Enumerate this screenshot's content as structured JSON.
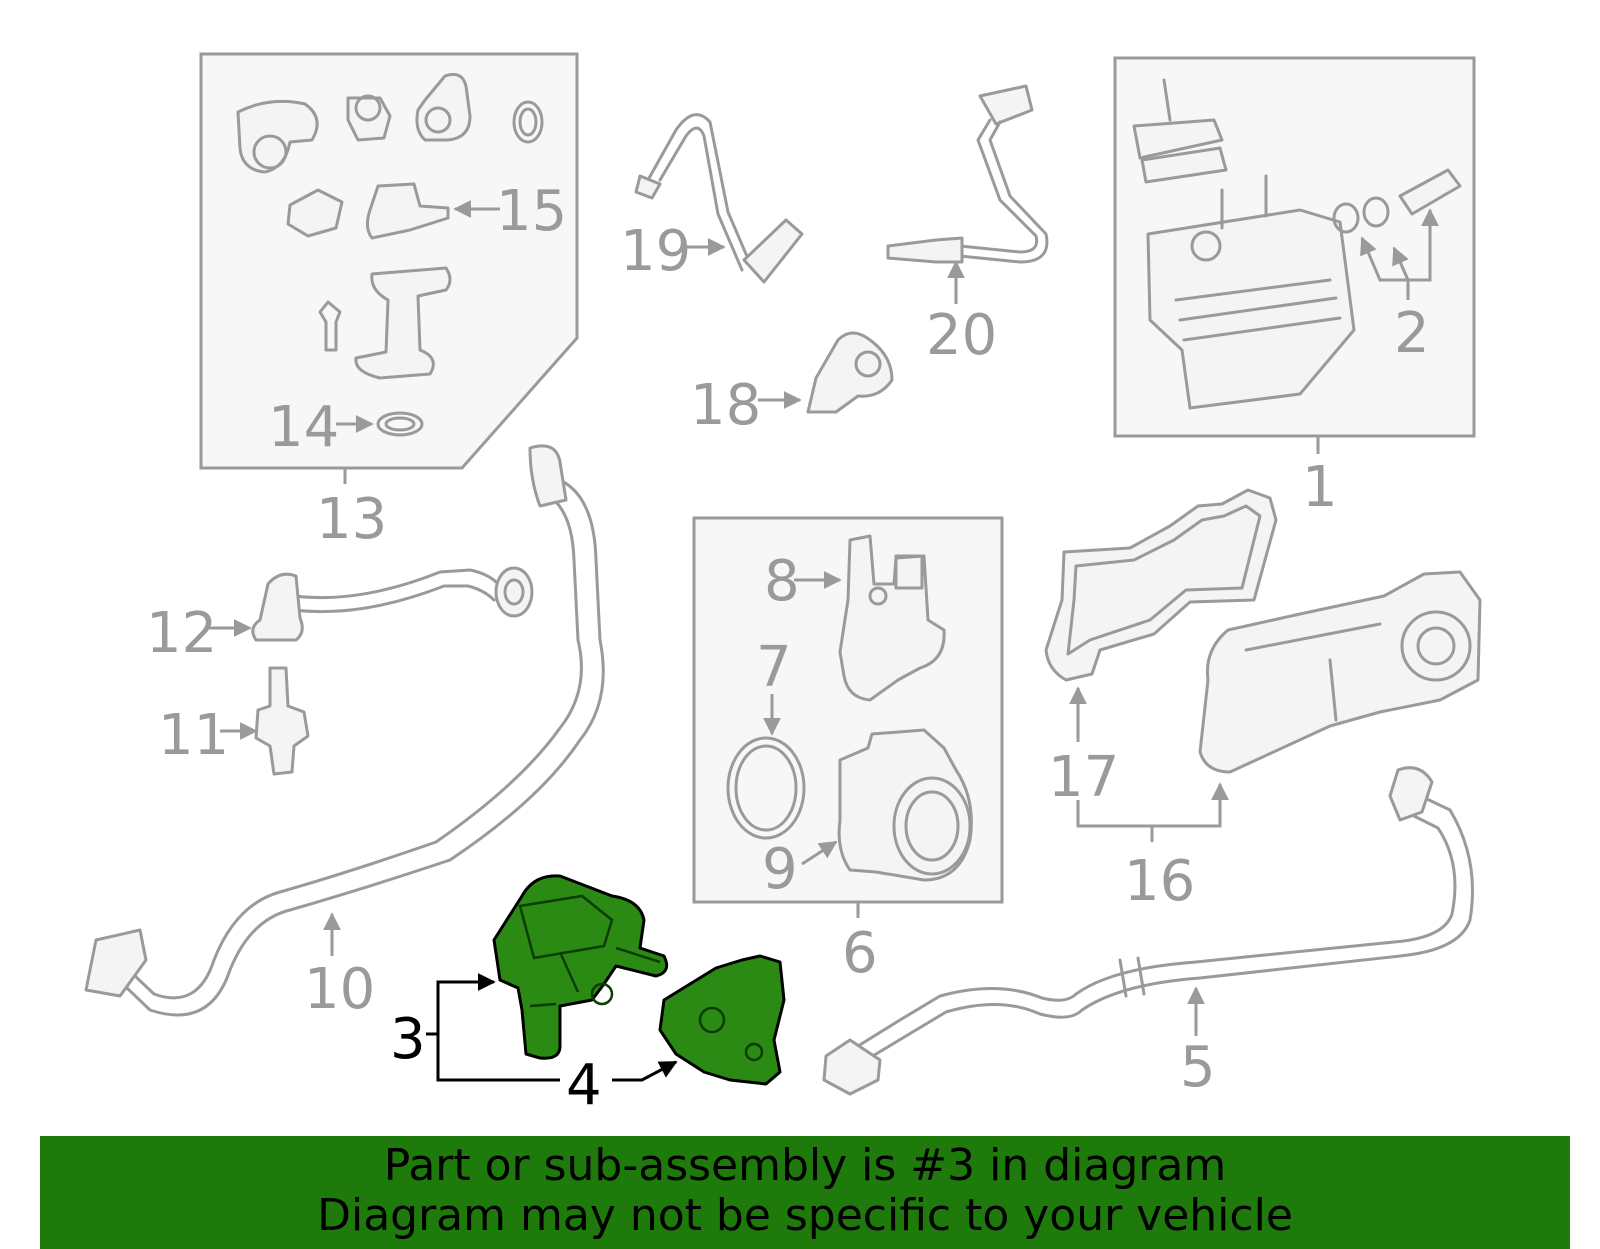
{
  "callouts": {
    "c1": "1",
    "c2": "2",
    "c3": "3",
    "c4": "4",
    "c5": "5",
    "c6": "6",
    "c7": "7",
    "c8": "8",
    "c9": "9",
    "c10": "10",
    "c11": "11",
    "c12": "12",
    "c13": "13",
    "c14": "14",
    "c15": "15",
    "c16": "16",
    "c17": "17",
    "c18": "18",
    "c19": "19",
    "c20": "20"
  },
  "highlighted_part": "3",
  "banner": {
    "line1": "Part or sub-assembly is #3 in diagram",
    "line2": "Diagram may not be specific to your vehicle"
  },
  "colors": {
    "highlight": "#2a8a14",
    "banner": "#1f7a0c",
    "linework": "#9a9a9a"
  }
}
